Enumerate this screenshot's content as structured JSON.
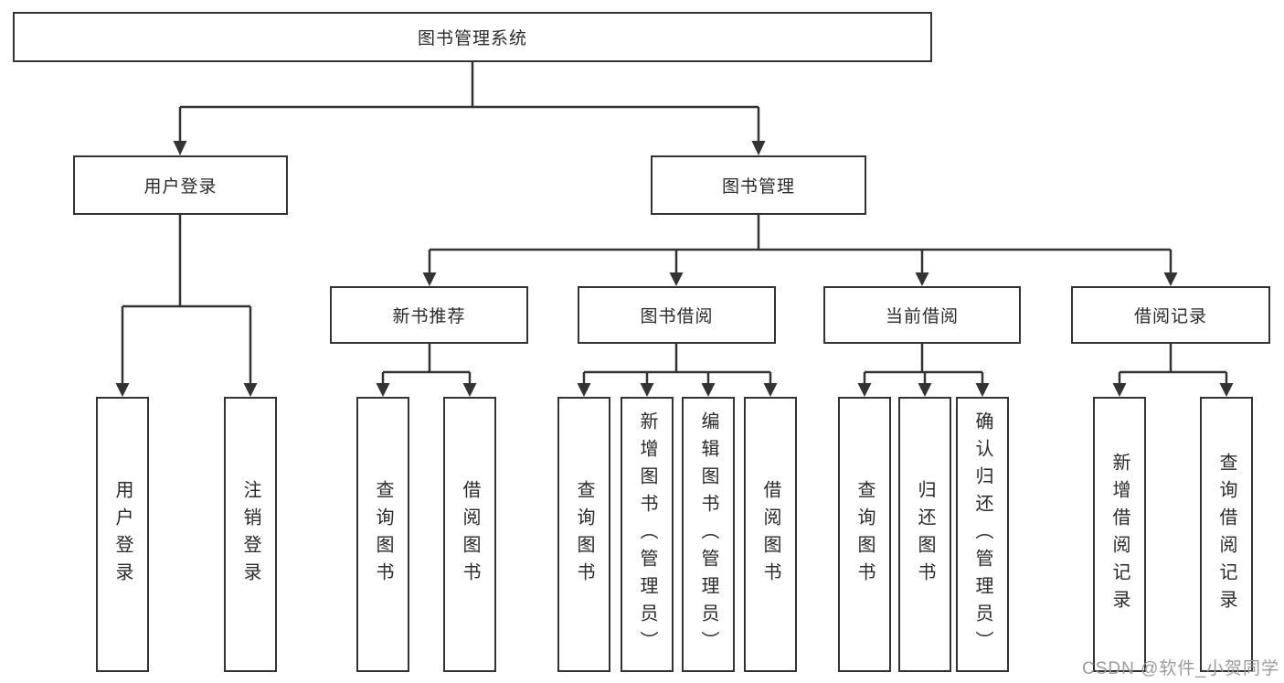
{
  "colors": {
    "line": "#333333",
    "box_border": "#333333",
    "text": "#2a2a2a",
    "watermark": "#9b9b9b",
    "background": "#ffffff"
  },
  "root": {
    "label": "图书管理系统"
  },
  "branches": {
    "user_login": {
      "label": "用户登录",
      "children": [
        "用户登录",
        "注销登录"
      ]
    },
    "book_mgmt": {
      "label": "图书管理",
      "sections": [
        {
          "label": "新书推荐",
          "children": [
            "查询图书",
            "借阅图书"
          ]
        },
        {
          "label": "图书借阅",
          "children": [
            "查询图书",
            "新增图书（管理员）",
            "编辑图书（管理员）",
            "借阅图书"
          ]
        },
        {
          "label": "当前借阅",
          "children": [
            "查询图书",
            "归还图书",
            "确认归还（管理员）"
          ]
        },
        {
          "label": "借阅记录",
          "children": [
            "新增借阅记录",
            "查询借阅记录"
          ]
        }
      ]
    }
  },
  "watermark": {
    "text": "CSDN @软件_小贺同学"
  }
}
